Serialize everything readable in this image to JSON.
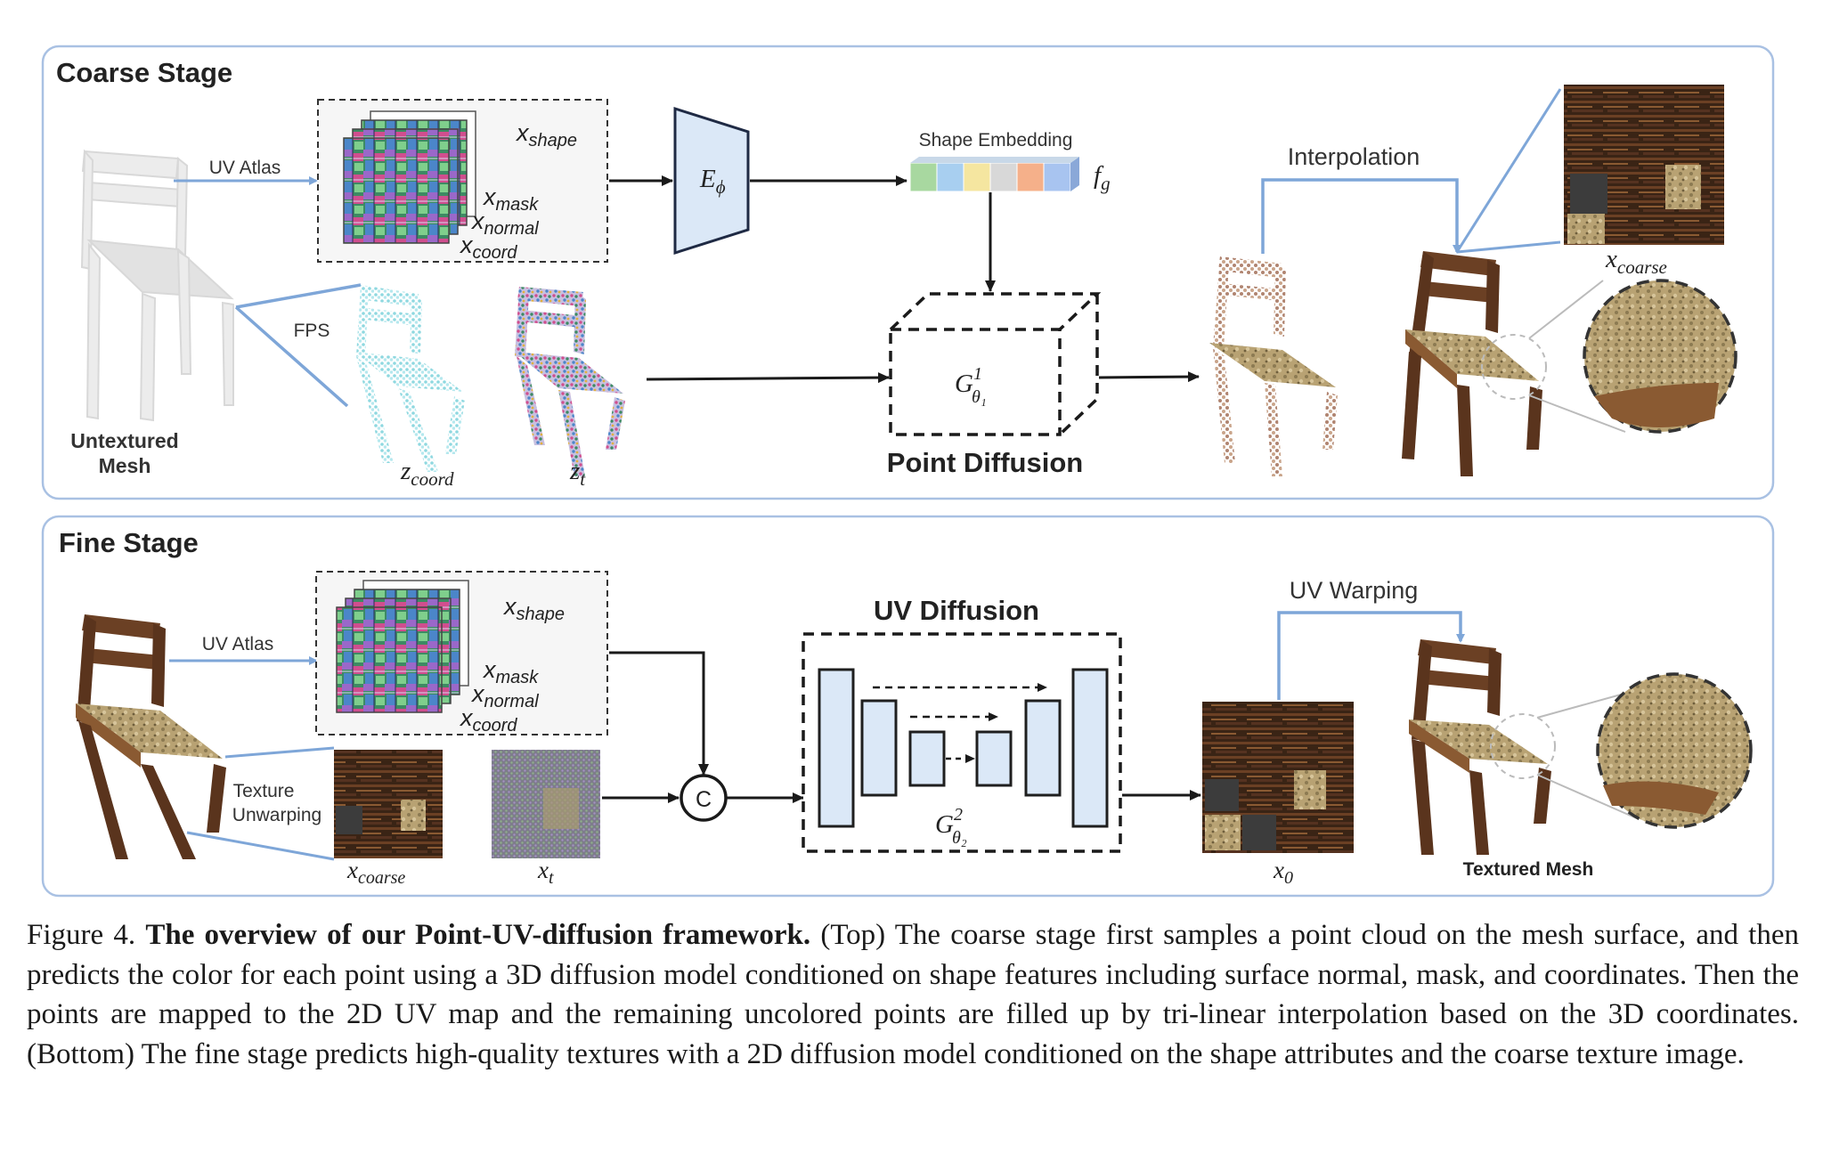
{
  "coarse": {
    "title": "Coarse Stage",
    "mesh_label_1": "Untextured",
    "mesh_label_2": "Mesh",
    "uv_atlas": "UV Atlas",
    "fps": "FPS",
    "x_shape": "shape",
    "x_mask": "mask",
    "x_normal": "normal",
    "x_coord": "coord",
    "encoder": "E",
    "encoder_sub": "ϕ",
    "shape_embedding": "Shape Embedding",
    "f_g": "f",
    "f_g_sub": "g",
    "z_coord": "coord",
    "z_t": "t",
    "point_diffusion": "Point Diffusion",
    "g_theta_1": "G",
    "g_sup": "1",
    "g_sub": "θ₁",
    "interpolation": "Interpolation",
    "x_coarse": "coarse"
  },
  "fine": {
    "title": "Fine Stage",
    "uv_atlas": "UV Atlas",
    "texture_unwarping_1": "Texture",
    "texture_unwarping_2": "Unwarping",
    "x_shape": "shape",
    "x_mask": "mask",
    "x_normal": "normal",
    "x_coord": "coord",
    "x_coarse": "coarse",
    "x_t": "t",
    "concat": "C",
    "uv_diffusion": "UV Diffusion",
    "g_theta_2": "G",
    "g_sup": "2",
    "g_sub": "θ₂",
    "uv_warping": "UV Warping",
    "x_0": "0",
    "textured_mesh": "Textured Mesh"
  },
  "caption": {
    "label": "Figure 4.",
    "bold": "The overview of our Point-UV-diffusion framework.",
    "text": "(Top) The coarse stage first samples a point cloud on the mesh surface, and then predicts the color for each point using a 3D diffusion model conditioned on shape features including surface normal, mask, and coordinates. Then the points are mapped to the 2D UV map and the remaining uncolored points are filled up by tri-linear interpolation based on the 3D coordinates. (Bottom) The fine stage predicts high-quality textures with a 2D diffusion model conditioned on the shape attributes and the coarse texture image."
  },
  "colors": {
    "panel_border": "#a9c1e3",
    "arrow_blue": "#7ea6d8",
    "unet_fill": "#dbe8f7",
    "unet_stroke": "#1f1f1f",
    "embedding": [
      "#a8d8a0",
      "#a8cff0",
      "#f5e6a0",
      "#d8d8d8",
      "#f5b08a",
      "#a8c4f0"
    ],
    "wood": "#6b4024",
    "fabric": "#b8a273",
    "uv_green": "#4f9e6a",
    "uv_purple": "#8a6bc4"
  }
}
